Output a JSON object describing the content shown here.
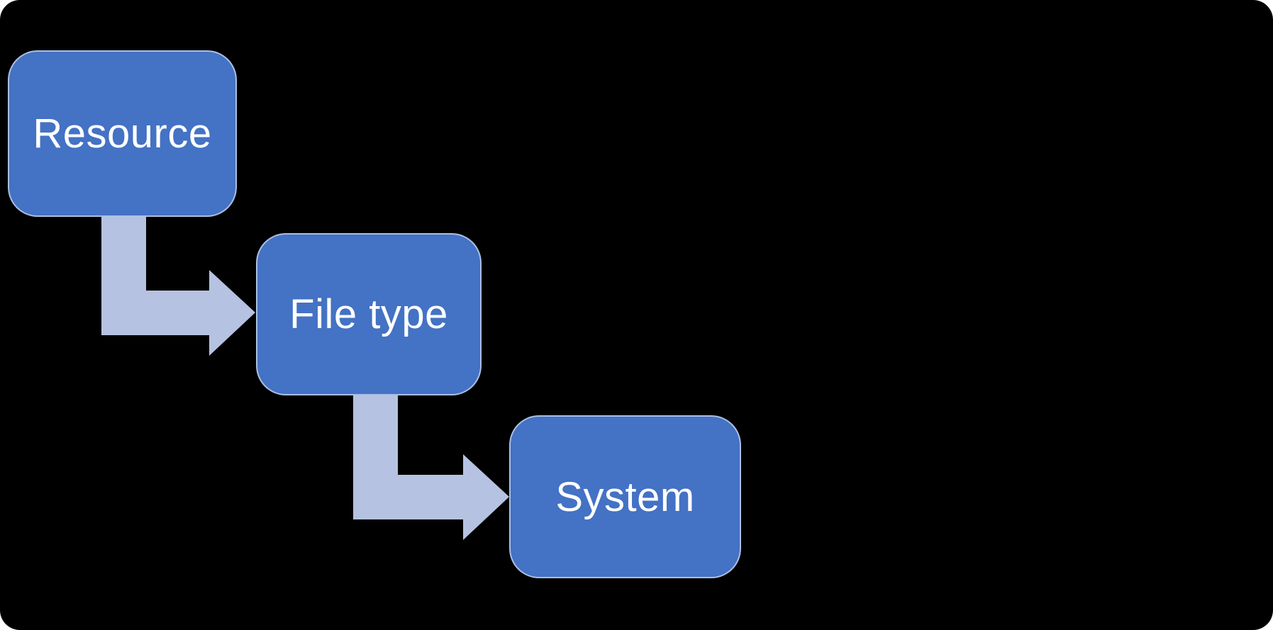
{
  "diagram": {
    "type": "step-down-process",
    "background_color": "#000000",
    "node_fill_color": "#4472C4",
    "node_text_color": "#FFFFFF",
    "arrow_color": "#B6C2E1",
    "nodes": [
      {
        "id": "resource",
        "label": "Resource"
      },
      {
        "id": "file-type",
        "label": "File type"
      },
      {
        "id": "system",
        "label": "System"
      }
    ],
    "connections": [
      {
        "from": "resource",
        "to": "file-type",
        "style": "elbow-down-right-arrow"
      },
      {
        "from": "file-type",
        "to": "system",
        "style": "elbow-down-right-arrow"
      }
    ]
  }
}
